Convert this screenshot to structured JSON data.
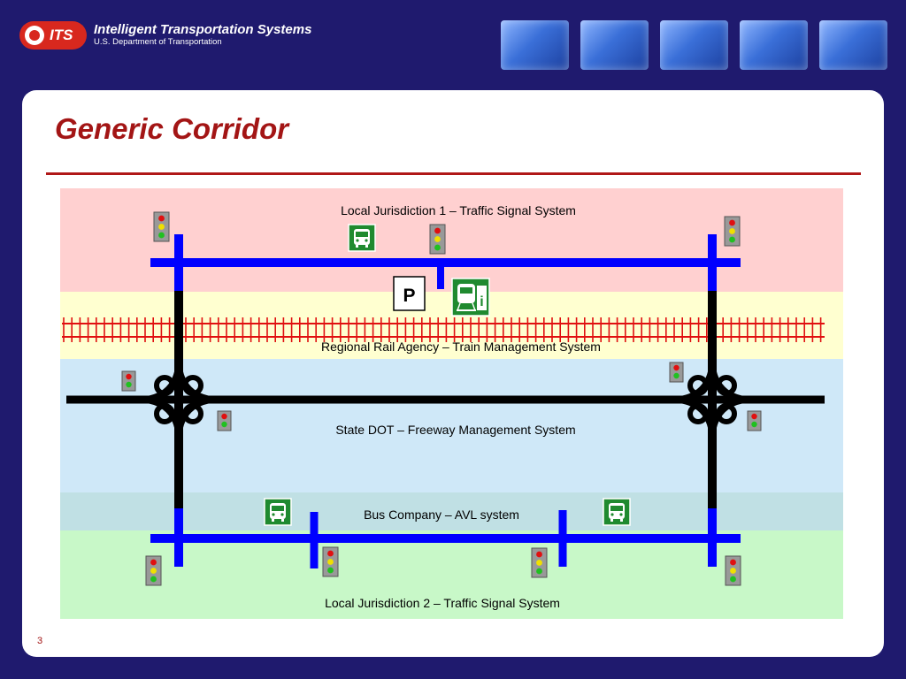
{
  "header": {
    "logo_badge": "ITS",
    "logo_title": "Intelligent Transportation Systems",
    "logo_subtitle": "U.S. Department of Transportation",
    "thumbnails": [
      "highway-photo",
      "ambulance-photo",
      "traffic-photo",
      "city-photo",
      "truck-photo"
    ]
  },
  "slide": {
    "title": "Generic Corridor",
    "page_number": "3"
  },
  "diagram": {
    "zones": [
      {
        "id": "local1",
        "label": "Local Jurisdiction 1 – Traffic Signal System",
        "color": "#ffd0d0"
      },
      {
        "id": "rail",
        "label": "Regional Rail Agency – Train Management System",
        "color": "#ffffd0"
      },
      {
        "id": "freeway",
        "label": "State DOT – Freeway Management System",
        "color": "#cfe8f8"
      },
      {
        "id": "bus",
        "label": "Bus Company – AVL system",
        "color": "#c0e0e4"
      },
      {
        "id": "local2",
        "label": "Local Jurisdiction 2 – Traffic Signal System",
        "color": "#c8f8c8"
      }
    ],
    "parking_label": "P",
    "station_info_label": "i",
    "colors": {
      "arterial": "#0000ff",
      "freeway": "#000000",
      "rail": "#e01010",
      "icon_green": "#1f8a2f",
      "signal_body": "#999999"
    },
    "icons": [
      "traffic-signal-icon",
      "bus-icon",
      "train-station-icon",
      "parking-icon",
      "rail-track",
      "cloverleaf-interchange"
    ]
  }
}
